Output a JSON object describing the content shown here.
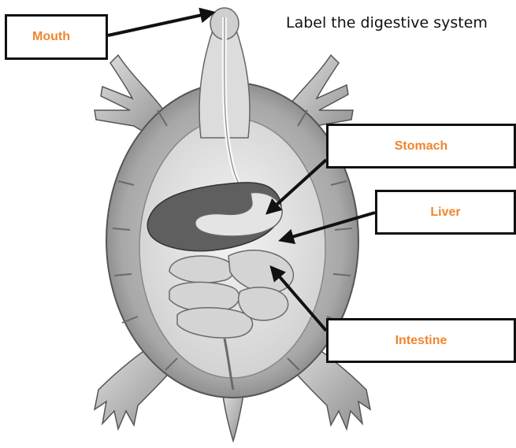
{
  "title": "Label the digestive system",
  "labels": {
    "mouth": "Mouth",
    "stomach": "Stomach",
    "liver": "Liver",
    "intestine": "Intestine"
  },
  "colors": {
    "label_text": "#f0852f",
    "box_border": "#111111",
    "shell": "#b8b8b8",
    "plastron": "#e6e6e6",
    "liver": "#5f5f5f",
    "intestine": "#d4d4d4"
  }
}
